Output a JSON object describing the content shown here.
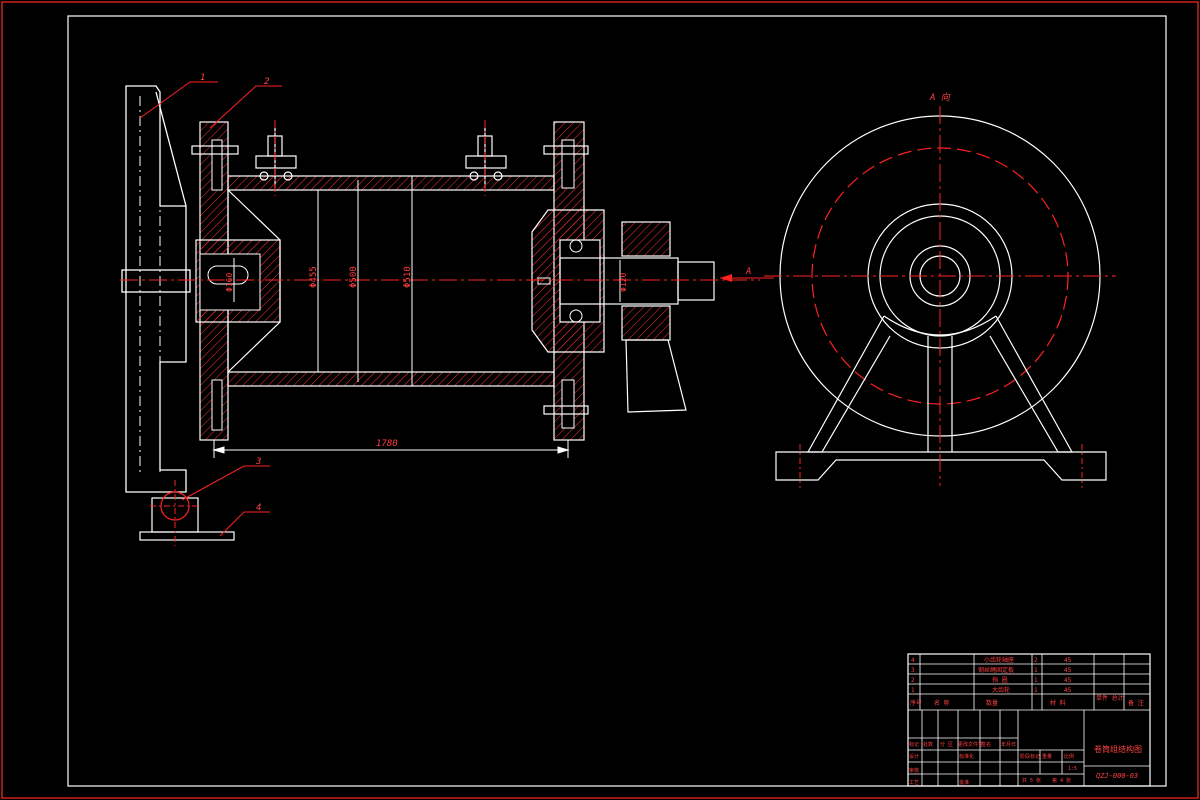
{
  "drawing": {
    "title": "卷筒组结构图",
    "drawing_number": "QZJ-000-03",
    "view_label": "A 向",
    "arrow_label": "A",
    "dimensions": {
      "overall_length": "1780",
      "d_inner": "Φ455",
      "d_mid": "Φ500",
      "d_outer": "Φ510",
      "d_left_shaft": "Φ160",
      "d_right_shaft": "Φ120"
    },
    "balloons": [
      "1",
      "2",
      "3",
      "4"
    ],
    "colors": {
      "frame": "#ff2a2a",
      "outline": "#ffffff",
      "hatch": "#ff3333",
      "centerline": "#ff2222",
      "text": "#ff4040",
      "background": "#000000"
    }
  },
  "title_block": {
    "parts_list": [
      {
        "no": "4",
        "name": "小齿轮轴座",
        "qty": "2",
        "material": "45"
      },
      {
        "no": "3",
        "name": "钢丝绳固定板",
        "qty": "1",
        "material": "45"
      },
      {
        "no": "2",
        "name": "挡 圈",
        "qty": "1",
        "material": "45"
      },
      {
        "no": "1",
        "name": "大齿轮",
        "qty": "1",
        "material": "45"
      }
    ],
    "header": {
      "no": "序号",
      "name": "名 称",
      "qty": "数量",
      "material": "材 料",
      "weight": "单件 总计",
      "note": "备 注"
    },
    "labels": {
      "mark": "标记",
      "count": "处数",
      "zone": "分 区",
      "change_doc": "更改文件号",
      "sign": "签名",
      "date": "年月日",
      "design": "设计",
      "standardize": "标准化",
      "review": "审核",
      "process": "工艺",
      "approve": "批准",
      "stage": "阶段标记",
      "weight": "重量",
      "scale": "比例",
      "scale_value": "1:5",
      "sheets": "共 5 张",
      "sheet": "第 4 张"
    }
  }
}
